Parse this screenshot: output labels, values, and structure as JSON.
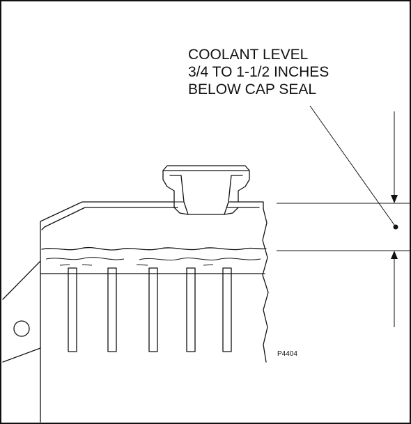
{
  "callout": {
    "lines": [
      "COOLANT LEVEL",
      "3/4 TO 1-1/2 INCHES",
      "BELOW CAP SEAL"
    ]
  },
  "figure_id": "P4404"
}
